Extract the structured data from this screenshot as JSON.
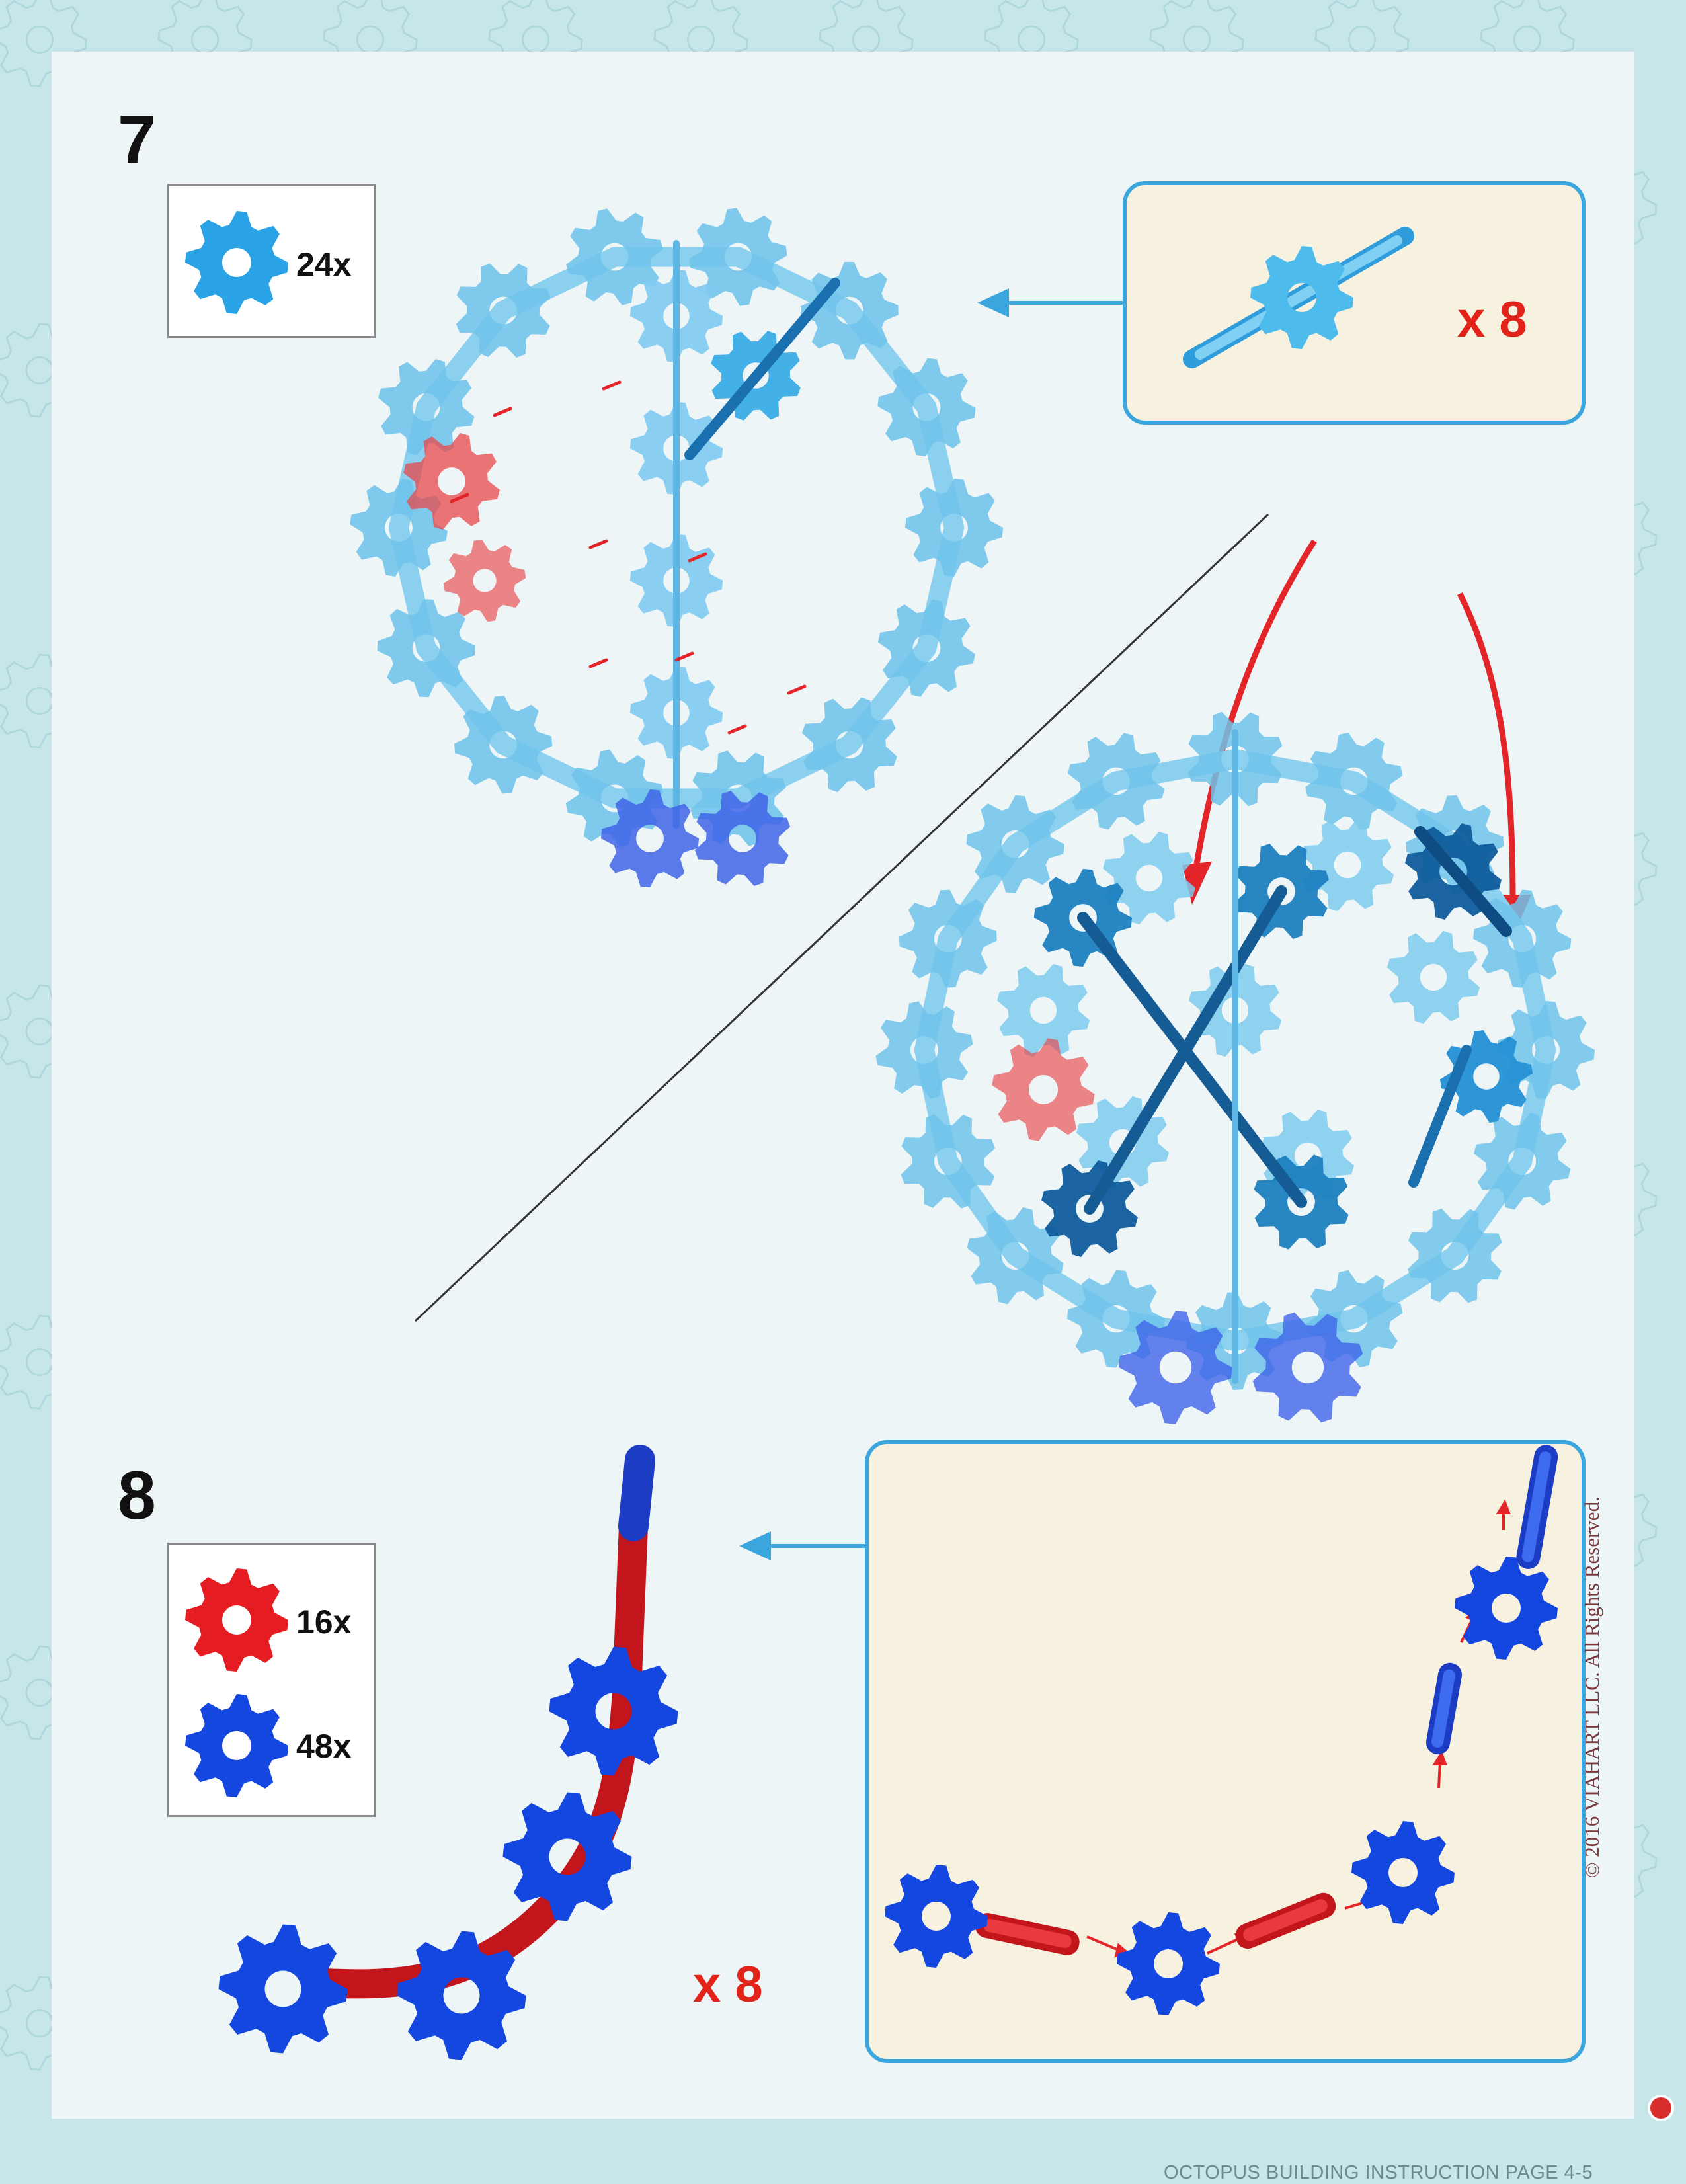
{
  "steps": [
    {
      "number": "7",
      "parts": [
        {
          "color": "#29a3e6",
          "quantity": "24x"
        }
      ],
      "callout_multiplier": "x 8"
    },
    {
      "number": "8",
      "parts": [
        {
          "color": "#e51d22",
          "quantity": "16x"
        },
        {
          "color": "#1446e0",
          "quantity": "48x"
        }
      ],
      "assembly_multiplier": "x 8"
    }
  ],
  "footer": {
    "page_caption": "OCTOPUS BUILDING INSTRUCTION PAGE 4-5",
    "copyright": "© 2016 VIAHART LLC. All Rights Reserved."
  },
  "colors": {
    "accent_blue": "#3aa6dd",
    "callout_fill": "#f7f1df",
    "multiplier_red": "#e2231a",
    "light_blue_piece": "#6fc3ea",
    "dark_blue_piece": "#1446e0",
    "red_piece": "#e51d22"
  }
}
